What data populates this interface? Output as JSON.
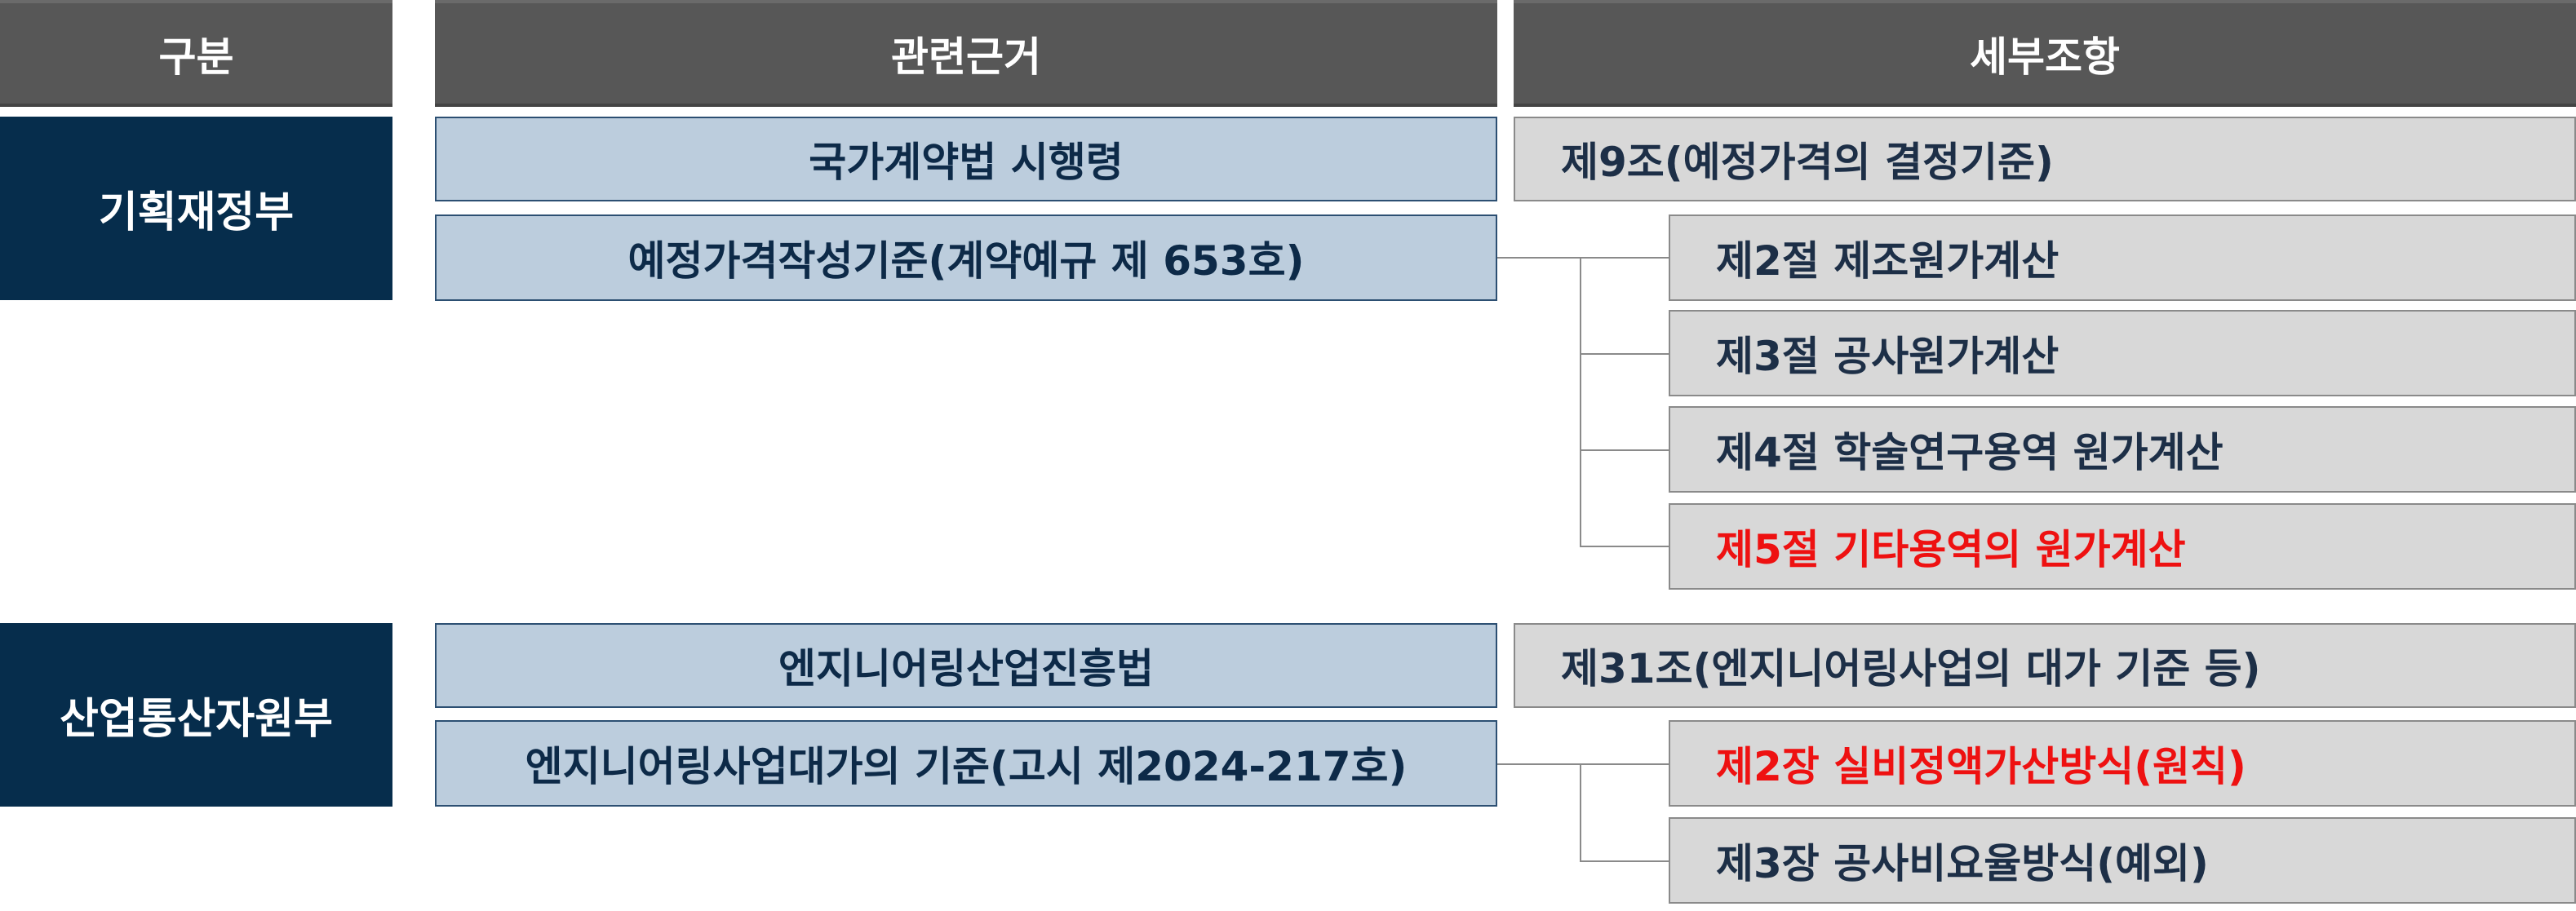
{
  "header": {
    "col1": "구분",
    "col2": "관련근거",
    "col3": "세부조항"
  },
  "groups": [
    {
      "dept": "기획재정부",
      "laws": [
        "국가계약법 시행령",
        "예정가격작성기준(계약예규 제 653호)"
      ],
      "article": "제9조(예정가격의 결정기준)",
      "subs": [
        "제2절 제조원가계산",
        "제3절 공사원가계산",
        "제4절 학술연구용역 원가계산",
        "제5절 기타용역의 원가계산"
      ],
      "highlight": "제5절 기타용역의 원가계산"
    },
    {
      "dept": "산업통산자원부",
      "laws": [
        "엔지니어링산업진흥법",
        "엔지니어링사업대가의 기준(고시 제2024-217호)"
      ],
      "article": "제31조(엔지니어링사업의 대가 기준 등)",
      "subs": [
        "제2장 실비정액가산방식(원칙)",
        "제3장 공사비요율방식(예외)"
      ],
      "highlight": "제2장 실비정액가산방식(원칙)"
    }
  ],
  "colors": {
    "header_bg": "#575757",
    "dept_bg": "#062d4c",
    "law_bg": "#bccddd",
    "detail_bg": "#d8d8d8",
    "highlight_text": "#ee1111"
  }
}
